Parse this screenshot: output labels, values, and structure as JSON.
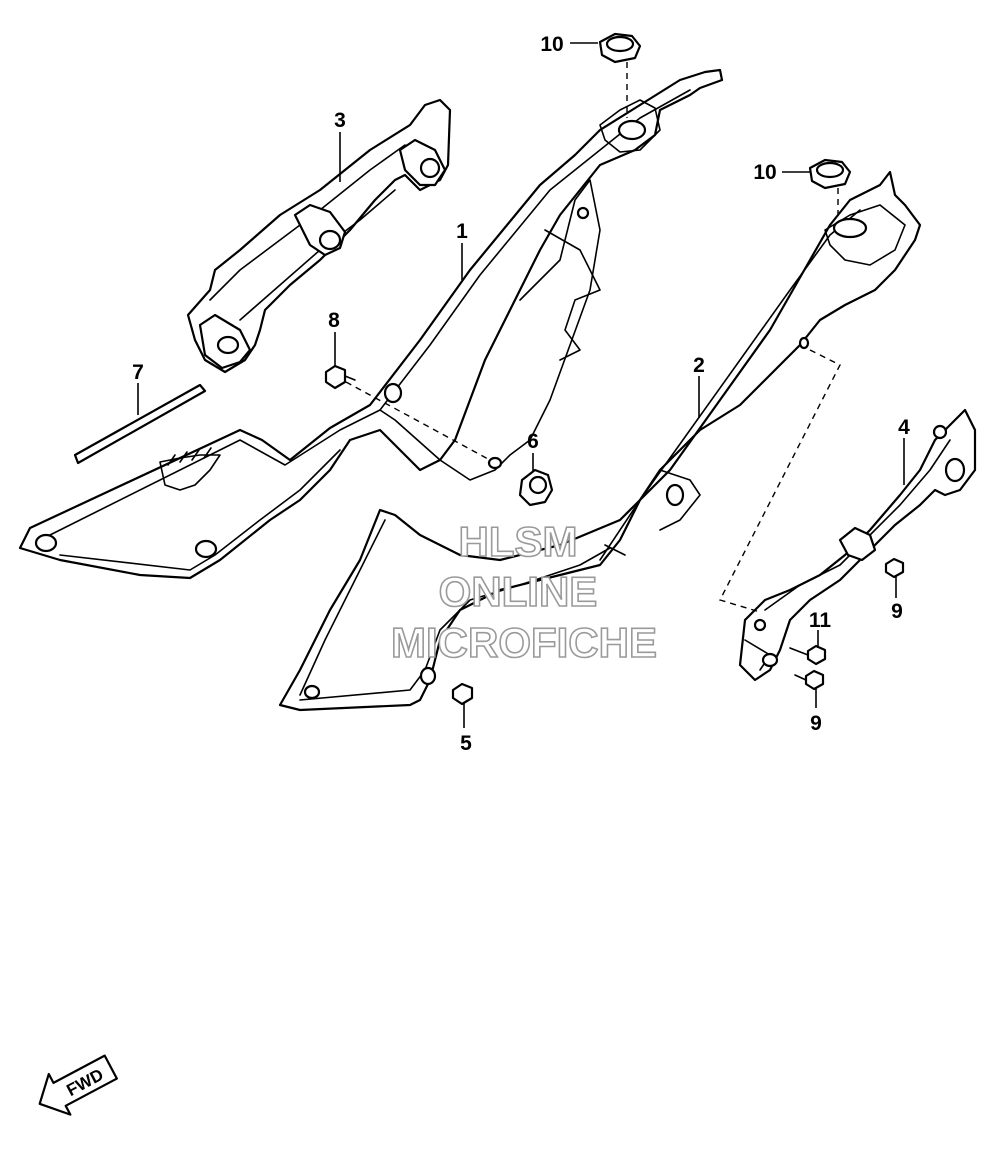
{
  "callouts": [
    {
      "id": "c1",
      "text": "1"
    },
    {
      "id": "c2",
      "text": "2"
    },
    {
      "id": "c3",
      "text": "3"
    },
    {
      "id": "c4",
      "text": "4"
    },
    {
      "id": "c5",
      "text": "5"
    },
    {
      "id": "c6",
      "text": "6"
    },
    {
      "id": "c7",
      "text": "7"
    },
    {
      "id": "c8",
      "text": "8"
    },
    {
      "id": "c9a",
      "text": "9"
    },
    {
      "id": "c9b",
      "text": "9"
    },
    {
      "id": "c10a",
      "text": "10"
    },
    {
      "id": "c10b",
      "text": "10"
    },
    {
      "id": "c11",
      "text": "11"
    }
  ],
  "watermark": {
    "line1": "HLSM",
    "line2": "ONLINE",
    "line3": "MICROFICHE"
  },
  "direction": {
    "label": "FWD",
    "icon": "arrow-icon"
  }
}
